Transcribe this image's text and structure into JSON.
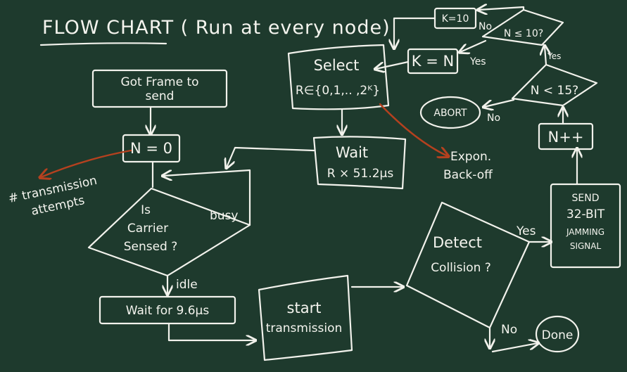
{
  "title": "FLOW CHART ( Run at every node)",
  "nodes": {
    "got_frame": [
      "Got Frame to",
      "send"
    ],
    "n_zero": "N = 0",
    "carrier": [
      "Is",
      "Carrier",
      "Sensed ?"
    ],
    "wait_96": "Wait for 9.6µs",
    "start_tx": [
      "start",
      "transmission"
    ],
    "detect": [
      "Detect",
      "Collision ?"
    ],
    "done": "Done",
    "jam": [
      "SEND",
      "32-BIT",
      "JAMMING",
      "SIGNAL"
    ],
    "n_inc": "N++",
    "n_lt15": "N < 15?",
    "abort": "ABORT",
    "n_le10": "N ≤ 10?",
    "k_eq_n": "K = N",
    "k_eq_10": "K=10",
    "select": [
      "Select",
      "R∈{0,1,.. ,2ᴷ}"
    ],
    "wait_r": [
      "Wait",
      "R × 51.2µs"
    ]
  },
  "labels": {
    "busy": "busy",
    "idle": "idle",
    "yes_collision": "Yes",
    "no_collision": "No",
    "no_abort": "No",
    "yes_n10": "Yes",
    "yes_kn": "Yes",
    "no_k10": "No"
  },
  "annotations": {
    "transmission_attempts": [
      "# transmission",
      "attempts"
    ],
    "backoff": [
      "Expon.",
      "Back-off"
    ]
  }
}
